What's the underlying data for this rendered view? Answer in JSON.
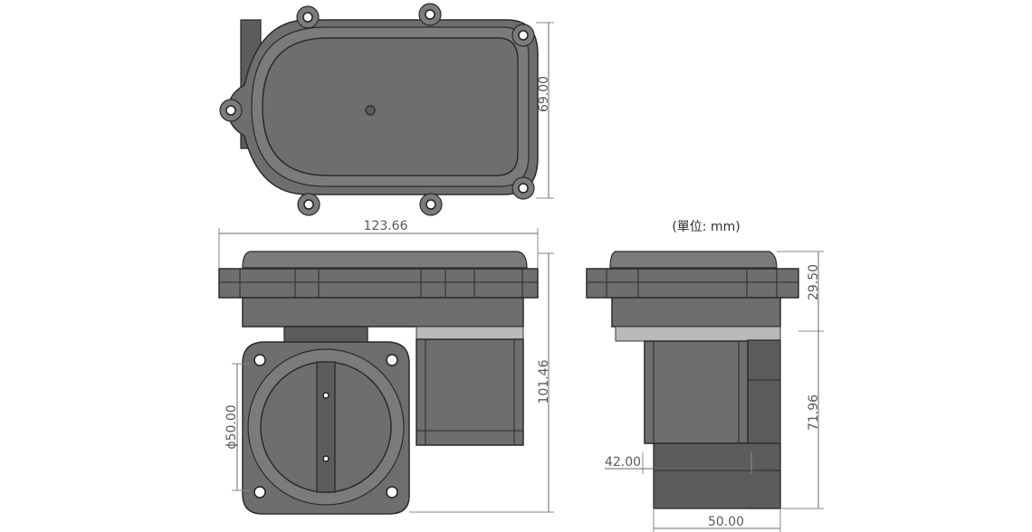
{
  "units_label": "(單位: mm)",
  "dimensions": {
    "top_height": "69.00",
    "front_width": "123.66",
    "front_height": "101.46",
    "bore_diameter": "ϕ50.00",
    "side_top_height": "29.50",
    "side_lower_height": "71.96",
    "side_depth": "42.00",
    "side_width": "50.00"
  },
  "colors": {
    "body": "#6e6e6e",
    "face": "#7b7b7b",
    "outline": "#2b2b2b",
    "band": "#b9b9b9",
    "dimension": "#5a5a5a"
  }
}
